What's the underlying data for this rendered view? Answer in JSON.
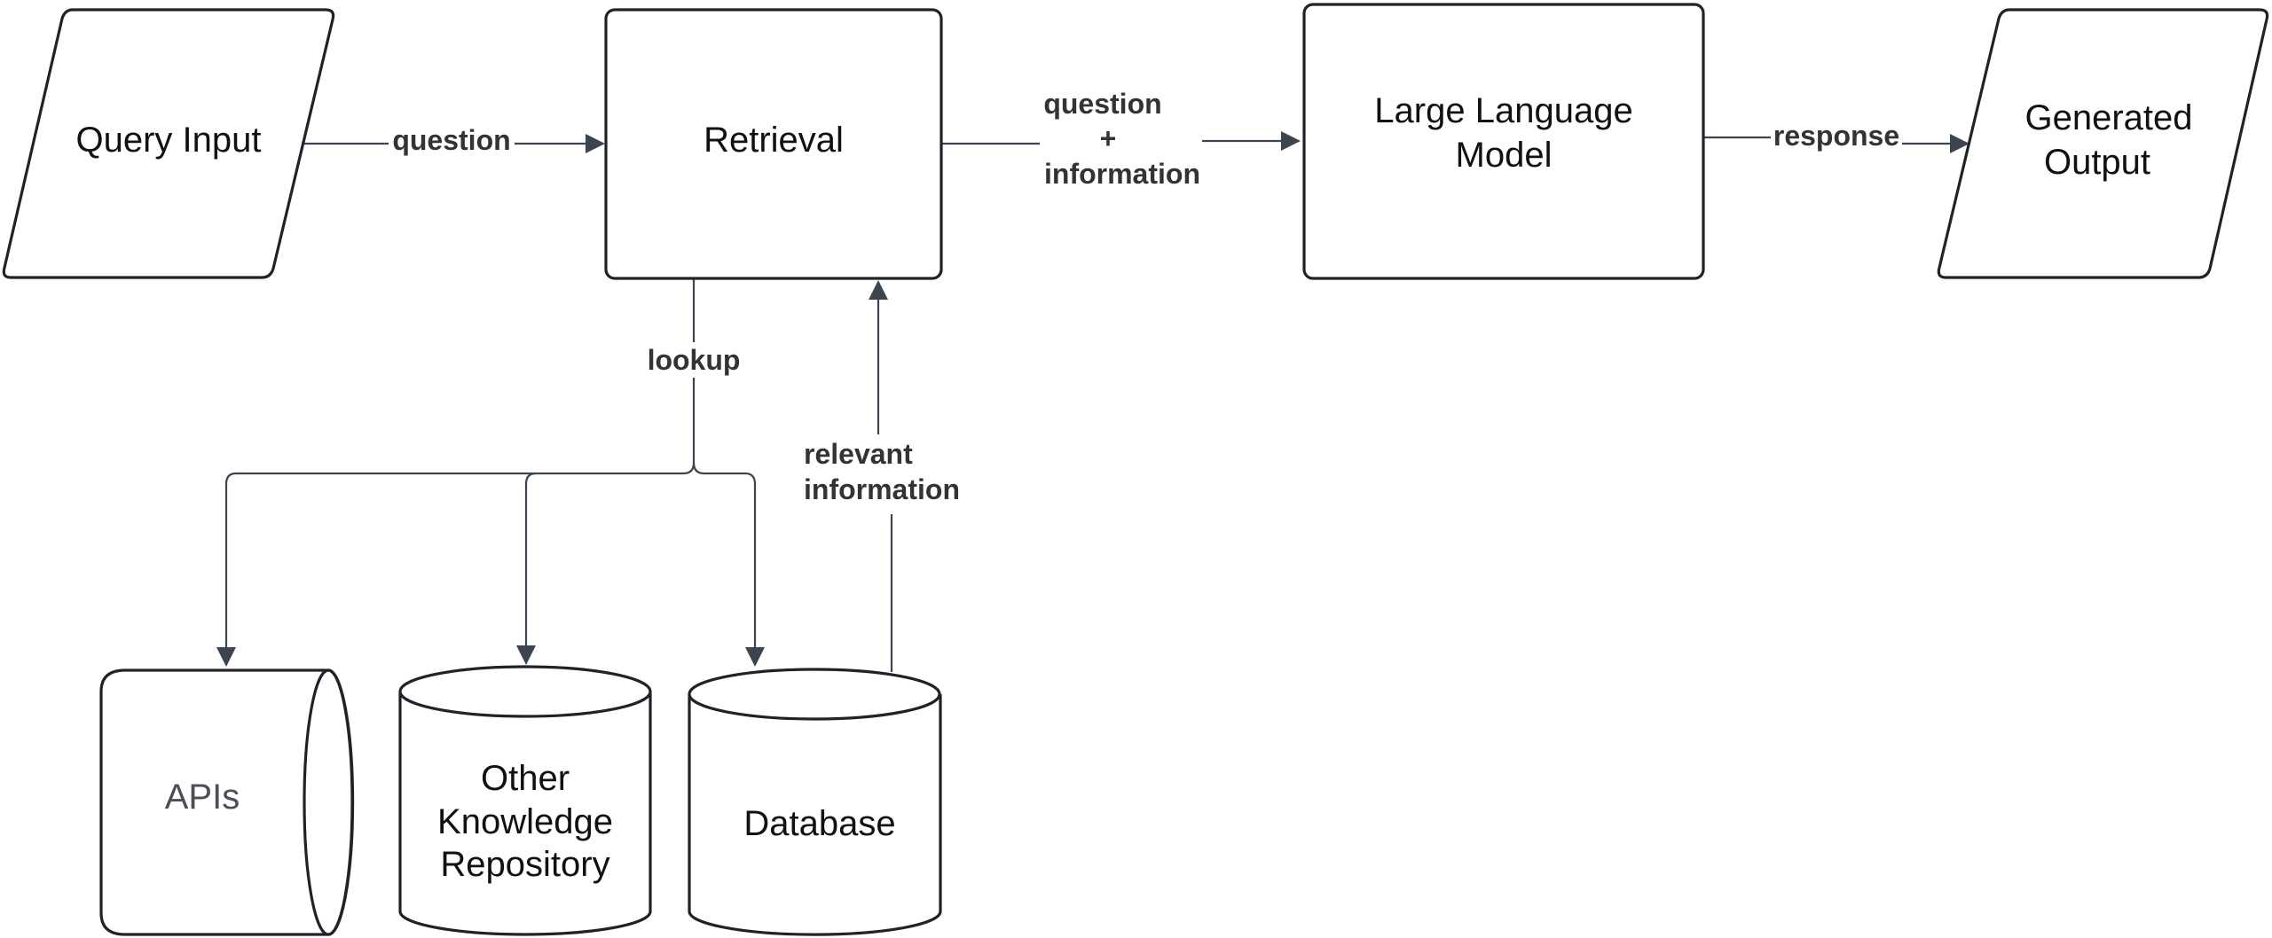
{
  "nodes": {
    "query_input": {
      "label": "Query Input"
    },
    "retrieval": {
      "label": "Retrieval"
    },
    "llm": {
      "label_line1": "Large Language",
      "label_line2": "Model"
    },
    "generated_output": {
      "label_line1": "Generated",
      "label_line2": "Output"
    },
    "apis": {
      "label": "APIs"
    },
    "other_repo": {
      "label_line1": "Other",
      "label_line2": "Knowledge",
      "label_line3": "Repository"
    },
    "database": {
      "label": "Database"
    }
  },
  "edges": {
    "question": "question",
    "question_information_line1": "question",
    "question_information_plus": "+",
    "question_information_line2": "information",
    "response": "response",
    "lookup": "lookup",
    "relevant_line1": "relevant",
    "relevant_line2": "information"
  },
  "colors": {
    "shape_stroke": "#1f2329",
    "connector": "#3c4450",
    "text": "#111111",
    "edge_text": "#333333",
    "background": "#ffffff"
  }
}
